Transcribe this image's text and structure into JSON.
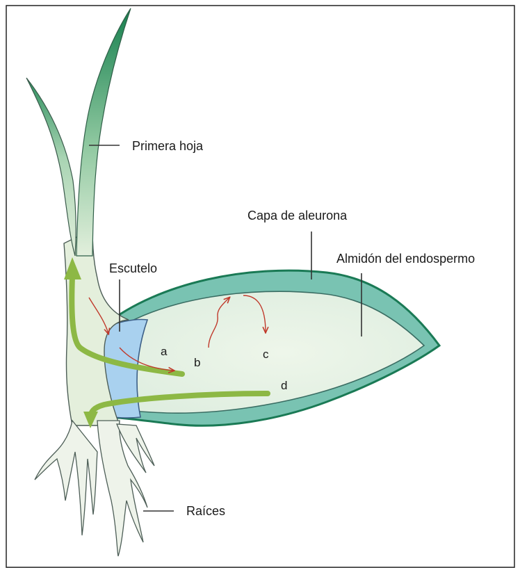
{
  "labels": {
    "primera_hoja": "Primera hoja",
    "capa_aleurona": "Capa de aleurona",
    "almidon": "Almidón del endospermo",
    "escutelo": "Escutelo",
    "raices": "Raíces"
  },
  "letters": {
    "a": "a",
    "b": "b",
    "c": "c",
    "d": "d"
  },
  "colors": {
    "leaf_dark": "#1e8a57",
    "seed_outline": "#1a7a55",
    "aleurone": "#6fbfae",
    "endosperm": "#e6f2e6",
    "scutellum": "#a8d0ee",
    "green_arrow": "#8db845",
    "red_arrow": "#c0392b"
  }
}
